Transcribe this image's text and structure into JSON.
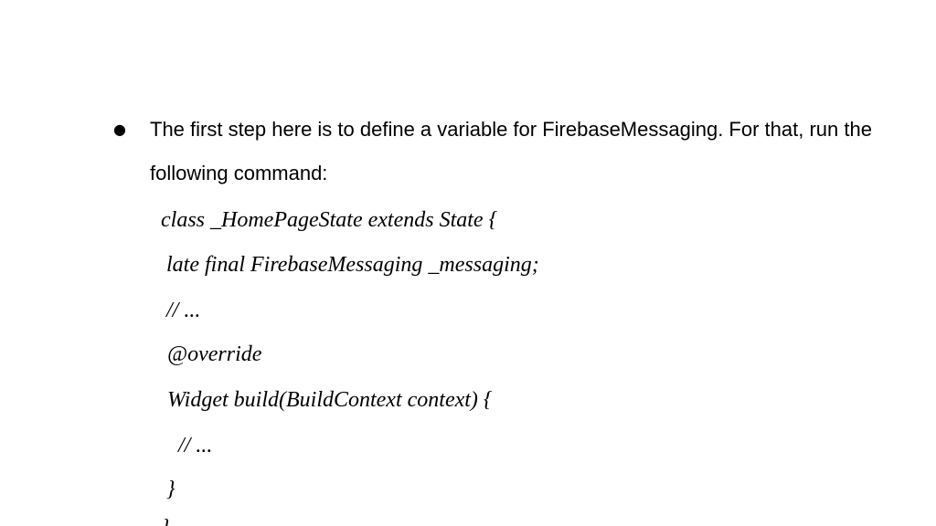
{
  "bullet": {
    "marker": "●",
    "text": "The first step here is to define a variable for FirebaseMessaging. For that, run the following command:"
  },
  "code": {
    "lines": [
      "class _HomePageState extends State {",
      "late final FirebaseMessaging _messaging;",
      "// ...",
      "@override",
      "Widget build(BuildContext context) {",
      "// ...",
      "}",
      "}"
    ]
  }
}
